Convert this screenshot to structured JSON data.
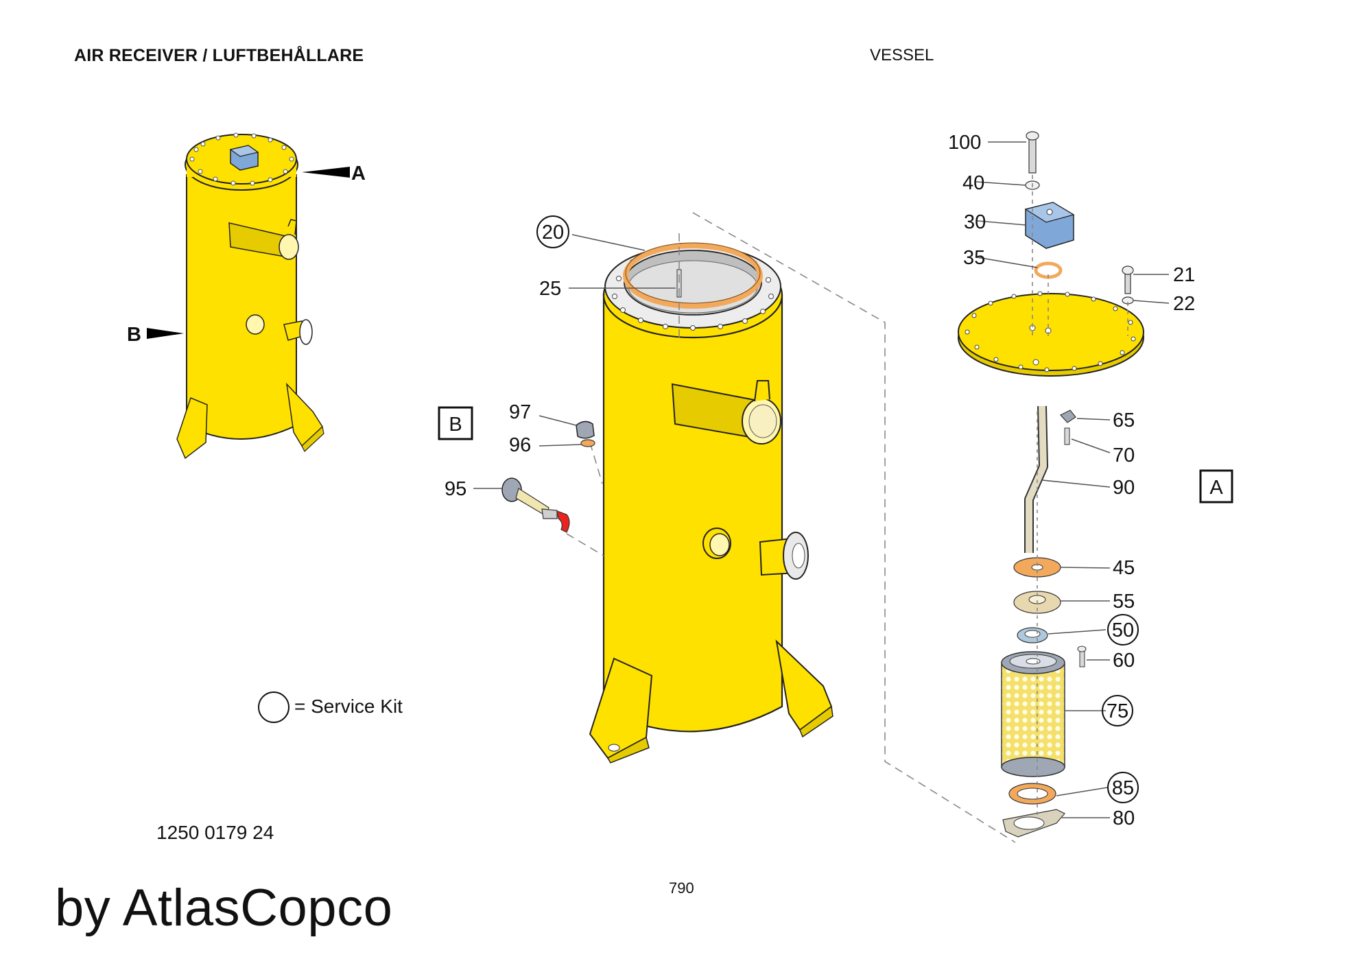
{
  "header": {
    "title": "AIR RECEIVER / LUFTBEHÅLLARE",
    "section": "VESSEL"
  },
  "views": {
    "view_a": "A",
    "view_b": "B"
  },
  "callouts": {
    "p20": "20",
    "p25": "25",
    "p97": "97",
    "p96": "96",
    "p95": "95",
    "p100": "100",
    "p40": "40",
    "p30": "30",
    "p35": "35",
    "p21": "21",
    "p22": "22",
    "p65": "65",
    "p70": "70",
    "p90": "90",
    "p45": "45",
    "p55": "55",
    "p50": "50",
    "p60": "60",
    "p75": "75",
    "p85": "85",
    "p80": "80"
  },
  "legend": {
    "text": "= Service Kit"
  },
  "part_number": "1250 0179 24",
  "page_number": "790",
  "brand": "by AtlasCopco",
  "colors": {
    "vessel": "#FFE100",
    "vessel_outline": "#222222",
    "cover_block": "#7FA8D8",
    "gasket": "#F2A95C",
    "valve_handle": "#E8241D",
    "filter_mesh": "#F4E06A"
  }
}
